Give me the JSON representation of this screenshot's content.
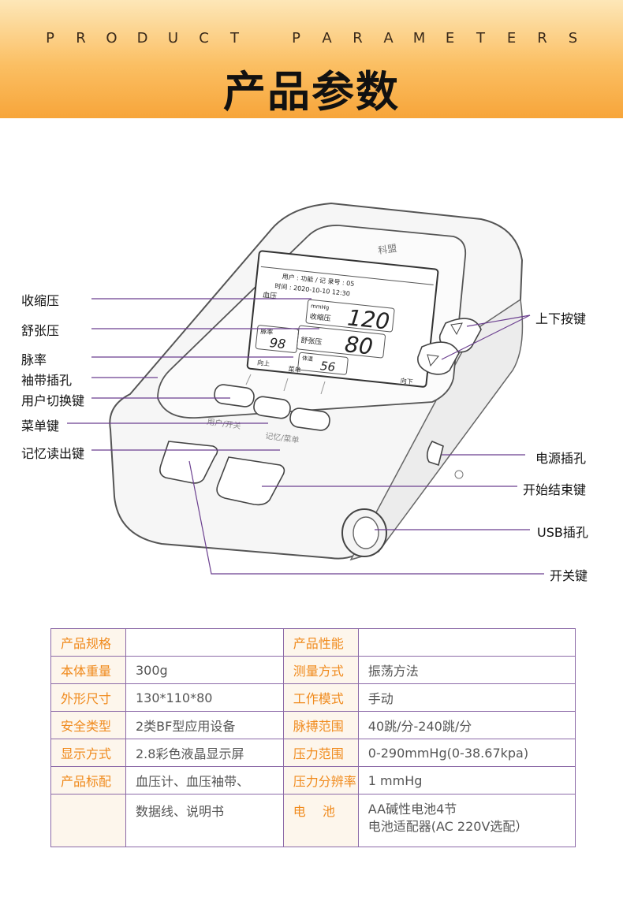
{
  "banner": {
    "subtitle_letters": [
      "P",
      "R",
      "O",
      "D",
      "U",
      "C",
      "T",
      "",
      "P",
      "A",
      "R",
      "A",
      "M",
      "E",
      "T",
      "E",
      "R",
      "S"
    ],
    "title": "产品参数"
  },
  "colors": {
    "accent": "#f08a1c",
    "line": "#6b3f8f",
    "banner": "#fbbf63"
  },
  "device": {
    "brand": "科盟",
    "screen": {
      "row1": "用户 : 功能 / 记 录号 : 05",
      "row2": "时间 : 2020-10-10 12:30",
      "mode": "血压",
      "sys_unit": "mmHg",
      "sys_label": "收缩压",
      "sys_value": "120",
      "dia_label": "舒张压",
      "dia_value": "80",
      "pulse_label": "脉率",
      "pulse_value": "98",
      "extra_label": "体温",
      "extra_value": "56",
      "soft_left": "向上",
      "soft_mid": "菜单",
      "soft_right": "向下"
    },
    "button_captions": [
      "用户/开关",
      "记忆/菜单"
    ]
  },
  "labels": {
    "left": [
      "收缩压",
      "舒张压",
      "脉率",
      "袖带插孔",
      "用户切换键",
      "菜单键",
      "记忆读出键"
    ],
    "right": [
      "上下按键",
      "电源插孔",
      "开始结束键",
      "USB插孔",
      "开关键"
    ]
  },
  "table": {
    "rows": [
      [
        "产品规格",
        "",
        "产品性能",
        ""
      ],
      [
        "本体重量",
        "300g",
        "测量方式",
        "振荡方法"
      ],
      [
        "外形尺寸",
        "130*110*80",
        "工作模式",
        "手动"
      ],
      [
        "安全类型",
        "2类BF型应用设备",
        "脉搏范围",
        "40跳/分-240跳/分"
      ],
      [
        "显示方式",
        "2.8彩色液晶显示屏",
        "压力范围",
        "0-290mmHg(0-38.67kpa)"
      ],
      [
        "产品标配",
        "血压计、血压袖带、",
        "压力分辨率",
        "1 mmHg"
      ]
    ],
    "last_row": {
      "left_value": "数据线、说明书",
      "right_key": "电　 池",
      "right_value_1": "AA碱性电池4节",
      "right_value_2": "电池适配器(AC  220V选配）"
    }
  }
}
